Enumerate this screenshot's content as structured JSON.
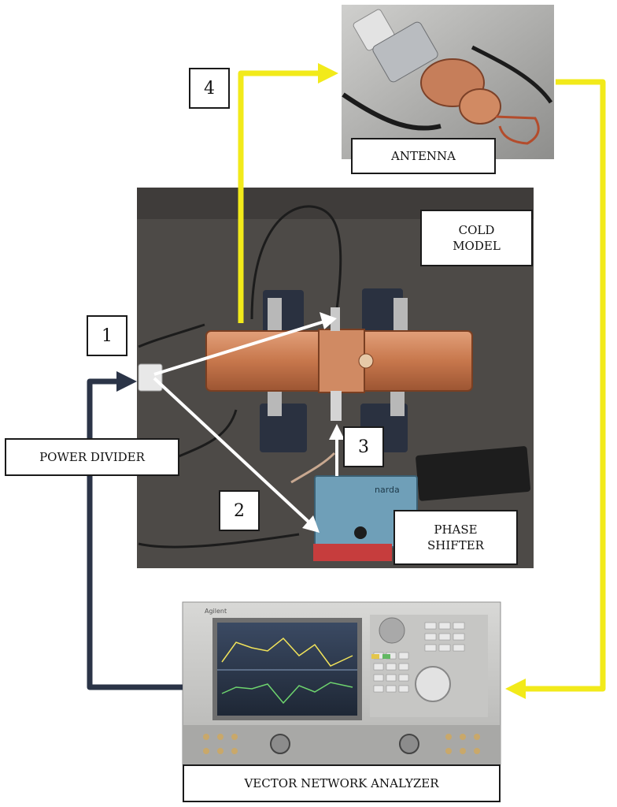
{
  "labels": {
    "antenna": "ANTENNA",
    "cold_model": "COLD\nMODEL",
    "power_divider": "POWER DIVIDER",
    "phase_shifter": "PHASE\nSHIFTER",
    "vna": "VECTOR NETWORK ANALYZER"
  },
  "numbers": {
    "n1": "1",
    "n2": "2",
    "n3": "3",
    "n4": "4"
  },
  "instrument": {
    "brand": "narda",
    "vna_brand": "Agilent"
  },
  "colors": {
    "yellow_path": "#f2ea1a",
    "navy_path": "#2b3447",
    "white_path": "#ffffff",
    "copper": "#c97a4e",
    "table": "#4a4744"
  }
}
